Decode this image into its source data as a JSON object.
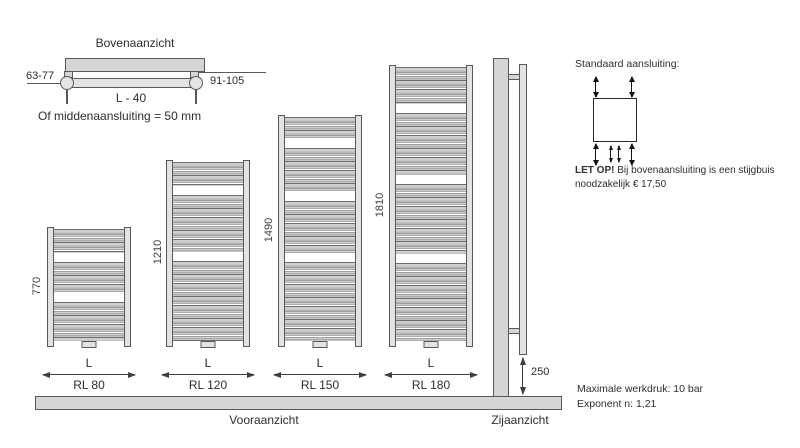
{
  "colors": {
    "outline": "#595959",
    "panel_fill": "#d5d5d5",
    "tube_fill": "#e2e2e2",
    "text": "#2e2e2e",
    "arrow_black": "#141414"
  },
  "top_view": {
    "title": "Bovenaanzicht",
    "dim_left": "63-77",
    "dim_right": "91-105",
    "dim_length": "L - 40",
    "note": "Of middenaansluiting = 50 mm"
  },
  "front_view": {
    "label": "Vooraanzicht",
    "width_label": "L",
    "radiators": [
      {
        "model": "RL 80",
        "height_mm": "770",
        "rung_groups": [
          6,
          8,
          10
        ]
      },
      {
        "model": "RL 120",
        "height_mm": "1210",
        "rung_groups": [
          6,
          14,
          20
        ]
      },
      {
        "model": "RL 150",
        "height_mm": "1490",
        "rung_groups": [
          5,
          10,
          12,
          18
        ]
      },
      {
        "model": "RL 180",
        "height_mm": "1810",
        "rung_groups": [
          9,
          15,
          17,
          19
        ]
      }
    ]
  },
  "side_view": {
    "label": "Zijaanzicht",
    "bottom_clearance_mm": "250"
  },
  "connection_info": {
    "title": "Standaard aansluiting:",
    "warning_bold": "LET OP!",
    "warning_line1": "Bij bovenaansluiting is een stijgbuis",
    "warning_line2": "noodzakelijk € 17,50"
  },
  "specs": {
    "max_pressure": "Maximale werkdruk: 10 bar",
    "exponent": "Exponent n: 1,21"
  }
}
